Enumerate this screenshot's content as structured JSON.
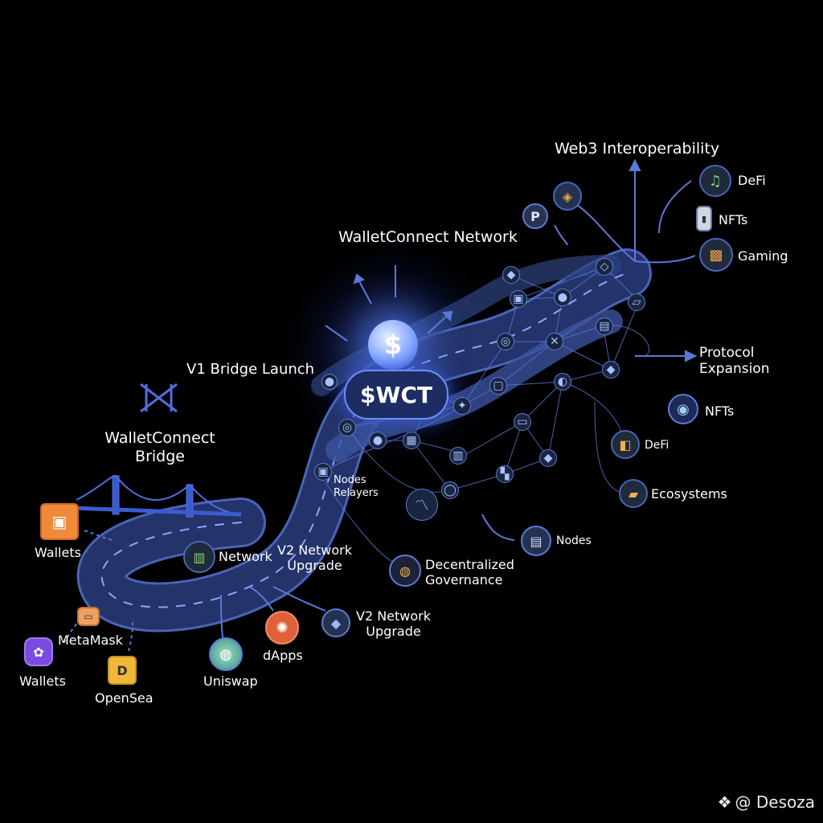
{
  "labels": {
    "web3": "Web3 Interoperability",
    "defi_top": "DeFi",
    "nfts_top": "NFTs",
    "gaming": "Gaming",
    "wc_network": "WalletConnect Network",
    "protocol_expansion": "Protocol\nExpansion",
    "nfts_right": "NFTs",
    "defi_right": "DeFi",
    "ecosystems": "Ecosystems",
    "v1_bridge": "V1 Bridge Launch",
    "wc_bridge": "WalletConnect\nBridge",
    "wct": "$WCT",
    "coin_symbol": "$",
    "nodes_relayers": "Nodes\nRelayers",
    "nodes": "Nodes",
    "decentralized_governance": "Decentralized\nGovernance",
    "wallets_top": "Wallets",
    "network": "Network",
    "v2_upgrade_mid": "V2 Network\nUpgrade",
    "v2_upgrade_bottom": "V2 Network\nUpgrade",
    "metamask": "MetaMask",
    "wallets_bottom": "Wallets",
    "opensea": "OpenSea",
    "uniswap": "Uniswap",
    "dapps": "dApps"
  },
  "footer": {
    "handle": "@ Desoza"
  },
  "colors": {
    "background": "#000000",
    "road": "#2a3a6b",
    "road_edge": "#4a64b8",
    "dash": "#8aa6ff",
    "glow": "#3a5bd9",
    "line": "#5b78d8"
  }
}
